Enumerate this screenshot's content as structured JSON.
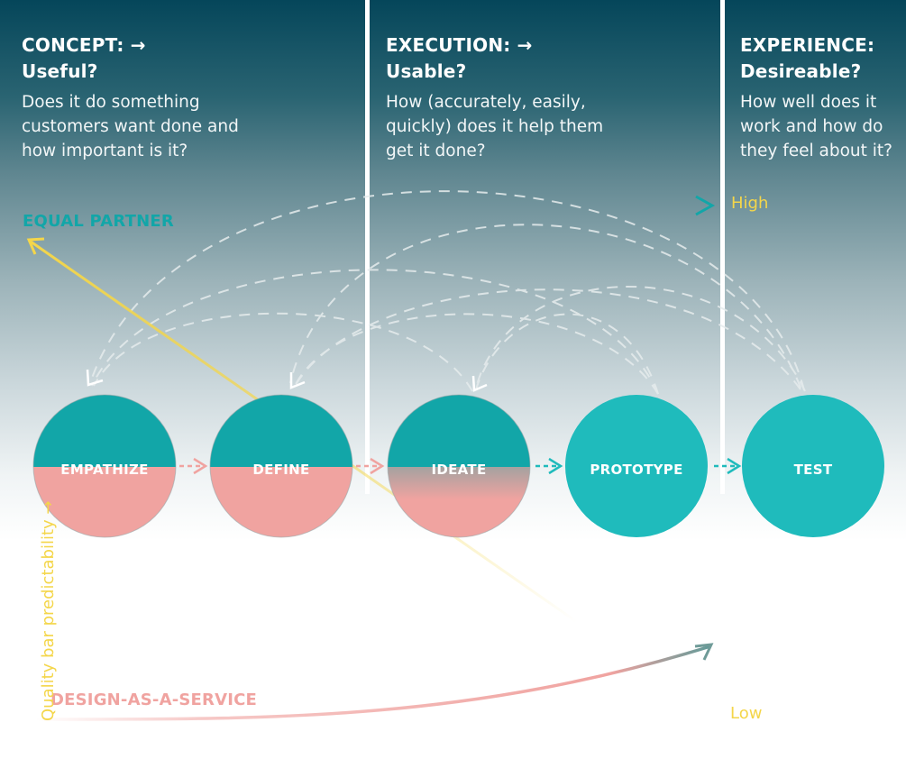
{
  "columns": [
    {
      "title_line1": "CONCEPT: →",
      "title_line2": "Useful?",
      "desc_lines": [
        "Does it do something",
        "customers want done and",
        "how important is it?"
      ]
    },
    {
      "title_line1": "EXECUTION: →",
      "title_line2": "Usable?",
      "desc_lines": [
        "How (accurately, easily,",
        "quickly) does it help them",
        "get it done?"
      ]
    },
    {
      "title_line1": "EXPERIENCE:",
      "title_line2": "Desireable?",
      "desc_lines": [
        "How well does it",
        "work and how do",
        "they feel about it?"
      ]
    }
  ],
  "stages": [
    {
      "label": "EMPATHIZE",
      "style": "split"
    },
    {
      "label": "DEFINE",
      "style": "split"
    },
    {
      "label": "IDEATE",
      "style": "split-gradient"
    },
    {
      "label": "PROTOTYPE",
      "style": "solid"
    },
    {
      "label": "TEST",
      "style": "solid"
    }
  ],
  "labels": {
    "equal_partner": "EQUAL PARTNER",
    "design_as_service": "DESIGN-AS-A-SERVICE",
    "high": "High",
    "low": "Low",
    "vertical_axis": "Quality bar predictability →"
  },
  "colors": {
    "teal_dark": "#12a6a8",
    "teal_light": "#1fbbbc",
    "salmon": "#f0a3a0",
    "yellow": "#f4d64a",
    "header_bg": "#05465a"
  }
}
